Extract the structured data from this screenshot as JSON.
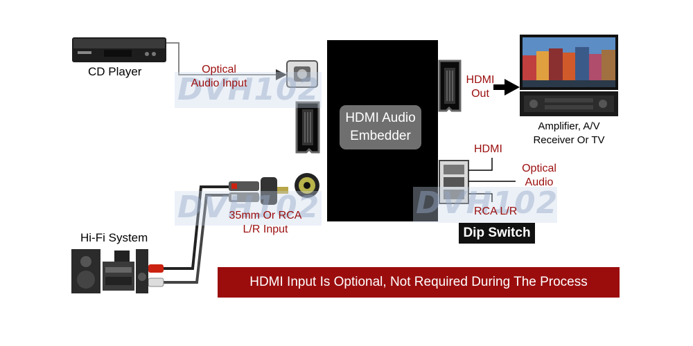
{
  "labels": {
    "cd_player": "CD Player",
    "optical_audio_input": [
      "Optical",
      "Audio Input"
    ],
    "hdmi_out": [
      "HDMI",
      "Out"
    ],
    "amplifier": [
      "Amplifier, A/V",
      "Receiver Or TV"
    ],
    "hdmi_audio_embedder": [
      "HDMI Audio",
      "Embedder"
    ],
    "hdmi_switch": "HDMI",
    "optical_audio_switch": [
      "Optical",
      "Audio"
    ],
    "rca_lr": "RCA L/R",
    "rca_input": [
      "35mm Or RCA",
      "L/R Input"
    ],
    "hifi_system": "Hi-Fi System",
    "dip_switch": "Dip Switch",
    "banner": "HDMI Input Is Optional, Not Required During The Process"
  },
  "watermark": "DVH102",
  "colors": {
    "label_red": "#9b0d0d",
    "banner_bg": "#9b0d0d",
    "device_black": "#000000",
    "embedder_label_bg": "#6f6f6f"
  }
}
